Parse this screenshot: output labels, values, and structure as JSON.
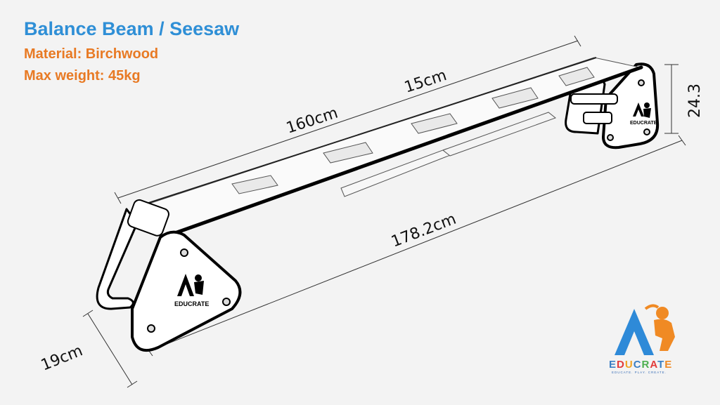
{
  "title": "Balance Beam / Seesaw",
  "specs": {
    "material": "Material: Birchwood",
    "max_weight": "Max weight: 45kg"
  },
  "dimensions": {
    "top_width": "15cm",
    "inner_length": "160cm",
    "total_length": "178.2cm",
    "height": "24.3",
    "end_width": "19cm"
  },
  "brand": {
    "name": "EDUCRATE",
    "tagline": "EDUCATE. PLAY. CREATE."
  },
  "colors": {
    "title": "#2f8fd6",
    "specs": "#e87a24",
    "logo_blue": "#2e8ad8",
    "logo_orange": "#f08a24"
  },
  "icons": {
    "logo": "educrate-logo-icon"
  }
}
